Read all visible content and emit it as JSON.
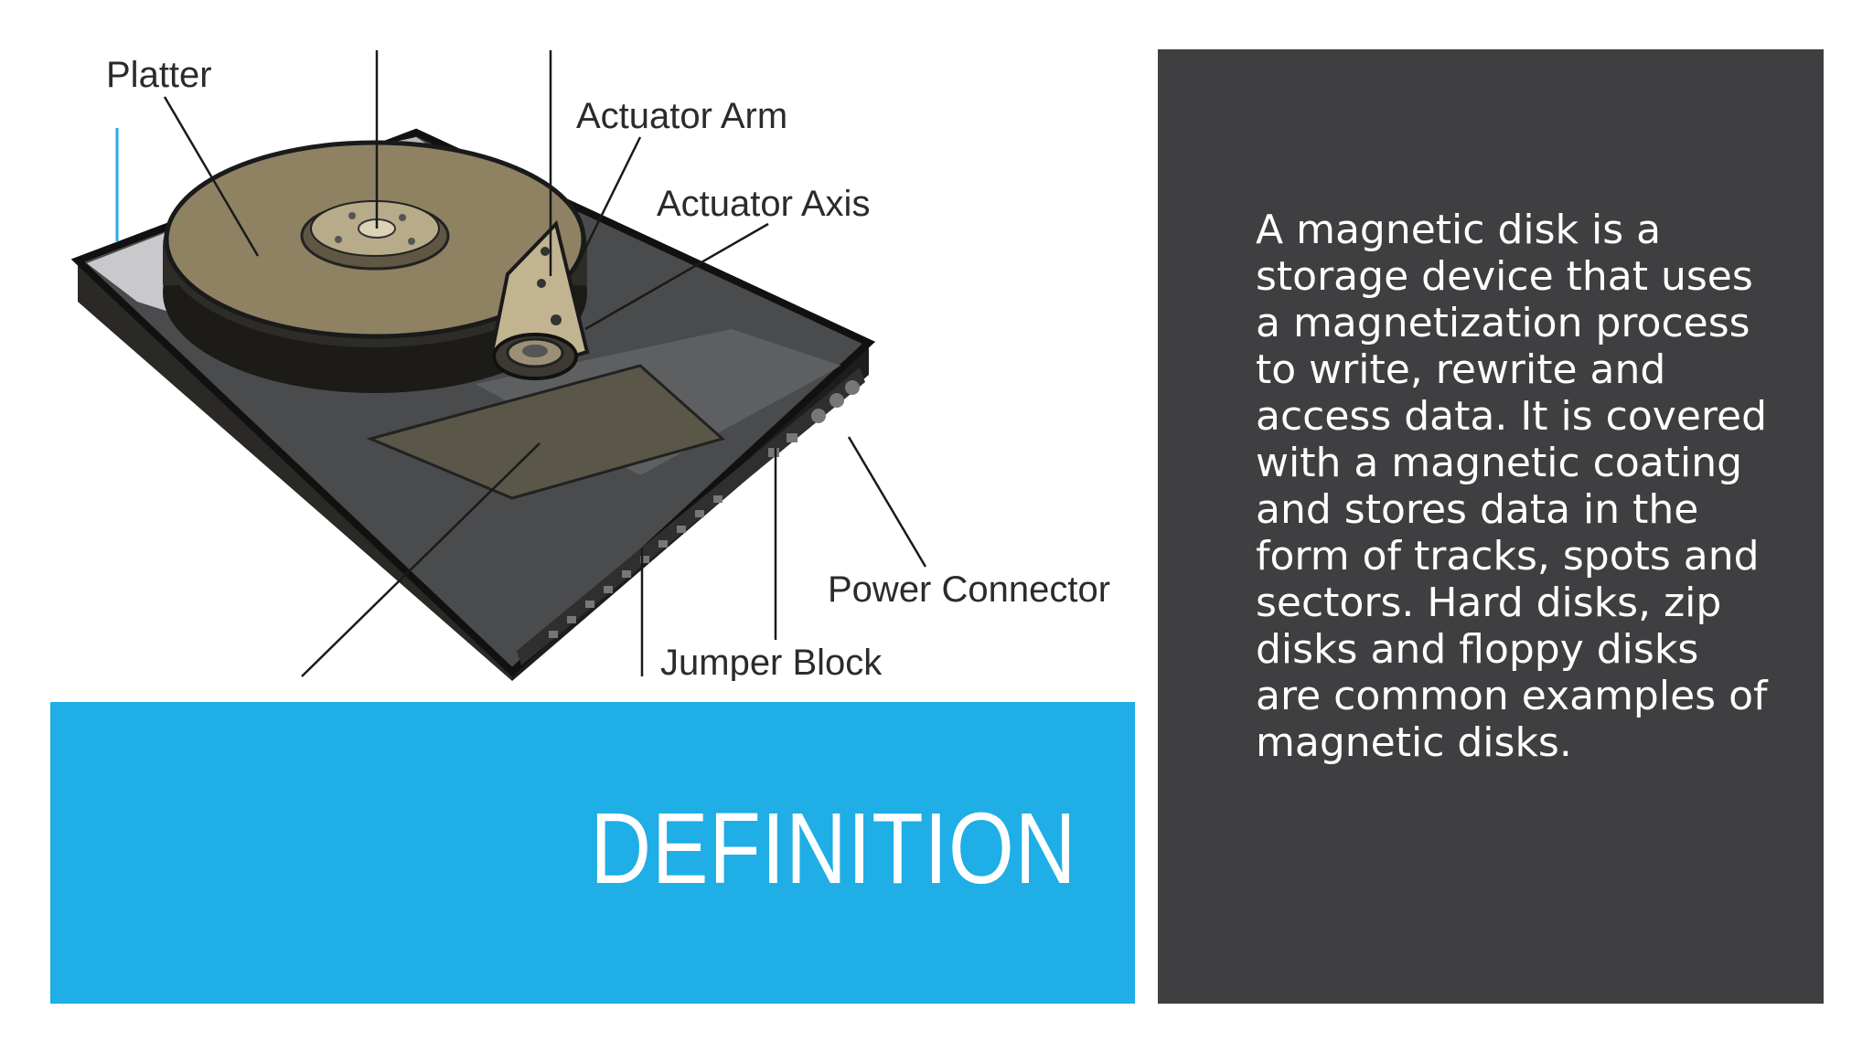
{
  "slide": {
    "title": "DEFINITION",
    "definition": "A magnetic disk is a storage device that uses a magnetization process to write, rewrite and access data. It is covered with a magnetic coating and stores data in the form of tracks, spots and sectors. Hard disks, zip disks and floppy disks are common examples of magnetic disks."
  },
  "diagram": {
    "labels": {
      "platter": "Platter",
      "actuator_arm": "Actuator Arm",
      "actuator_axis": "Actuator Axis",
      "power_connector": "Power Connector",
      "jumper_block": "Jumper Block"
    }
  },
  "colors": {
    "title_bar": "#1faee5",
    "panel": "#3f3e40",
    "platter": "#8e8263"
  }
}
